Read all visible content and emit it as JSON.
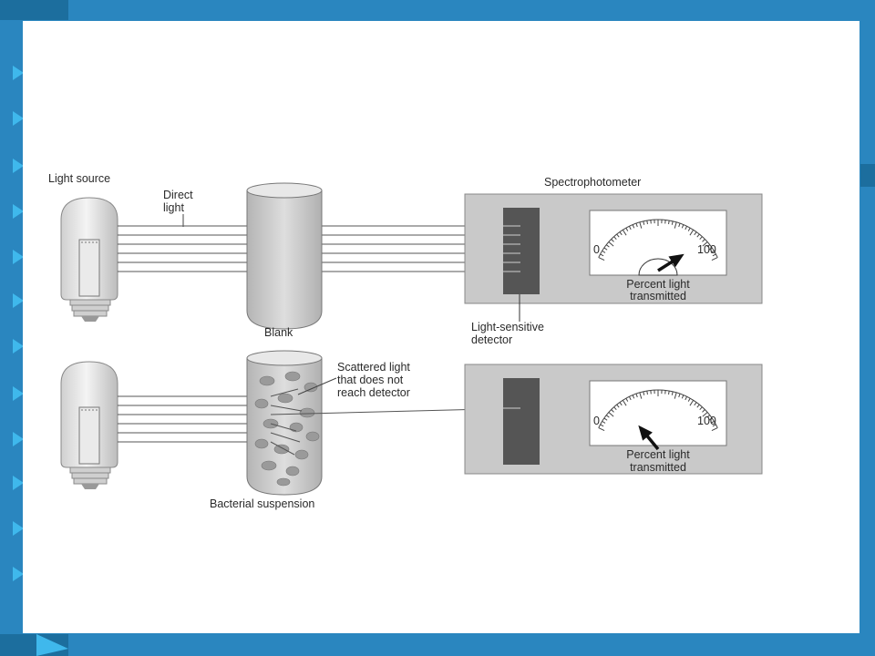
{
  "diagram": {
    "top_panel": {
      "light_source_label": "Light source",
      "direct_light_label": [
        "Direct",
        "light"
      ],
      "tube_label": "Blank",
      "instrument_label": "Spectrophotometer",
      "detector_label": [
        "Light-sensitive",
        "detector"
      ],
      "meter": {
        "min_label": "0",
        "max_label": "100",
        "caption": [
          "Percent light",
          "transmitted"
        ],
        "needle_percent": 82
      }
    },
    "bottom_panel": {
      "scatter_label": [
        "Scattered light",
        "that does not",
        "reach detector"
      ],
      "tube_label": "Bacterial suspension",
      "meter": {
        "min_label": "0",
        "max_label": "100",
        "caption": [
          "Percent light",
          "transmitted"
        ],
        "needle_percent": 28
      }
    }
  },
  "colors": {
    "slide_background": "#2a86bf",
    "accent_dark": "#1c6e9e",
    "bullet_triangle": "#3fb8ec",
    "box_fill": "#c9c9c9",
    "detector_fill": "#555555"
  }
}
